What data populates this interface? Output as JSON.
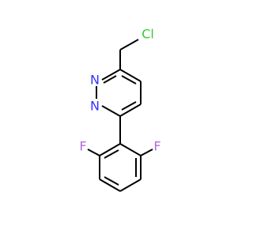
{
  "molecule": {
    "atoms": [
      {
        "id": "Cl1",
        "label": "Cl",
        "color": "#33cc33"
      },
      {
        "id": "N1",
        "label": "N",
        "color": "#3333ff"
      },
      {
        "id": "N2",
        "label": "N",
        "color": "#3333ff"
      },
      {
        "id": "F1",
        "label": "F",
        "color": "#b36be0"
      },
      {
        "id": "F2",
        "label": "F",
        "color": "#b36be0"
      }
    ],
    "bond_color": "#000000"
  }
}
